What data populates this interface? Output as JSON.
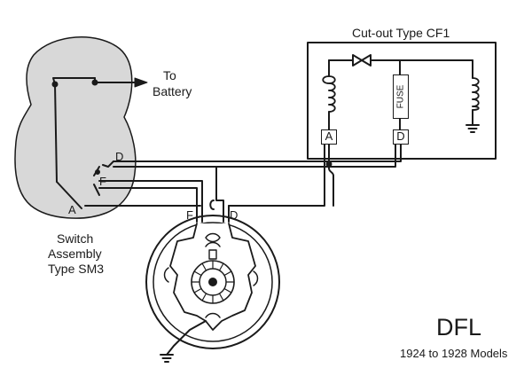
{
  "cutout": {
    "title": "Cut-out Type CF1",
    "terminal_a": "A",
    "terminal_d": "D",
    "fuse": "FUSE"
  },
  "battery": {
    "line1": "To",
    "line2": "Battery"
  },
  "switch": {
    "terminal_d": "D",
    "terminal_f": "F",
    "terminal_a": "A",
    "caption_line1": "Switch",
    "caption_line2": "Assembly",
    "caption_line3": "Type SM3"
  },
  "generator": {
    "terminal_f": "F",
    "terminal_d": "D"
  },
  "model": {
    "code": "DFL",
    "years": "1924 to 1928 Models"
  },
  "colors": {
    "line": "#1a1a1a",
    "switch_fill": "#d8d8d8",
    "background": "#ffffff"
  }
}
